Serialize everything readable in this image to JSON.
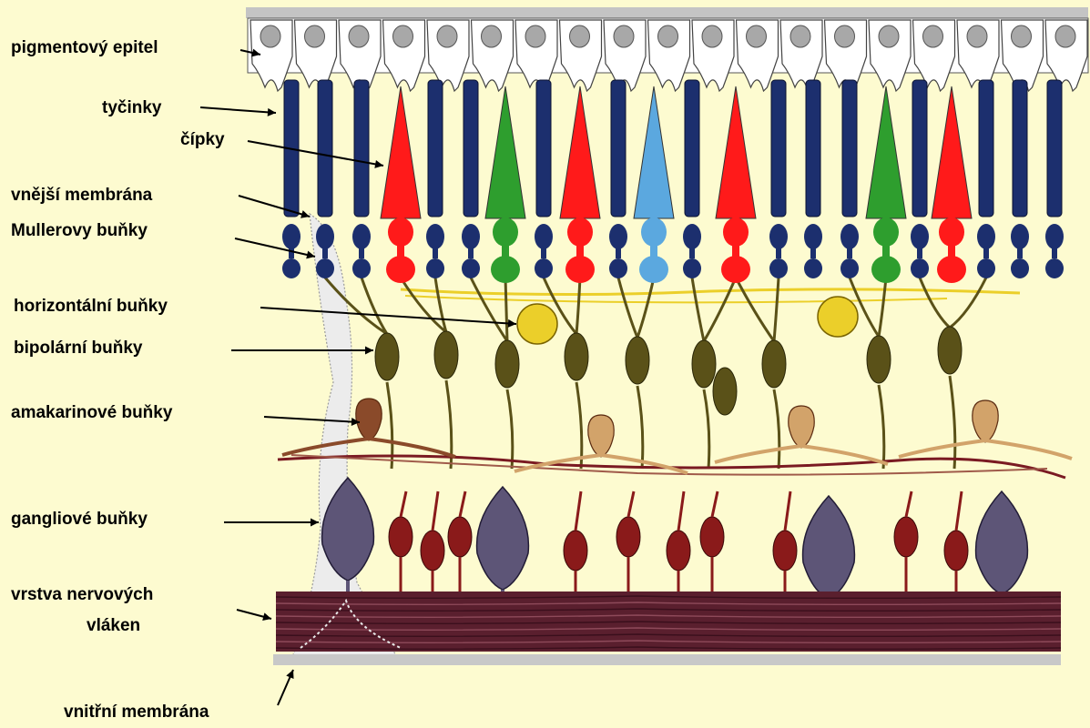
{
  "labels": {
    "pigment_epithelium": "pigmentový epitel",
    "rods": "tyčinky",
    "cones": "čípky",
    "outer_membrane": "vnější membrána",
    "muller_cells": "Mullerovy buňky",
    "horizontal_cells": "horizontální  buňky",
    "bipolar_cells": "bipolární buňky",
    "amacrine_cells": "amakarinové buňky",
    "ganglion_cells": "gangliové buňky",
    "nerve_fiber_layer_line1": "vrstva nervových",
    "nerve_fiber_layer_line2": "vláken",
    "inner_membrane": "vnitřní membrána"
  },
  "colors": {
    "background": "#fdfbd0",
    "rod": "#1c2f6e",
    "cone_red": "#ff1a1a",
    "cone_green": "#2e9e2e",
    "cone_blue": "#5ba8df",
    "horizontal_cell": "#ebcf2a",
    "bipolar_cell": "#5a5118",
    "amacrine_cell": "#d2a36a",
    "ganglion_cell": "#5d5577",
    "small_ganglion": "#8a1a1a",
    "nerve_fiber": "#5a1f2e",
    "membrane": "#bdbdbd"
  }
}
